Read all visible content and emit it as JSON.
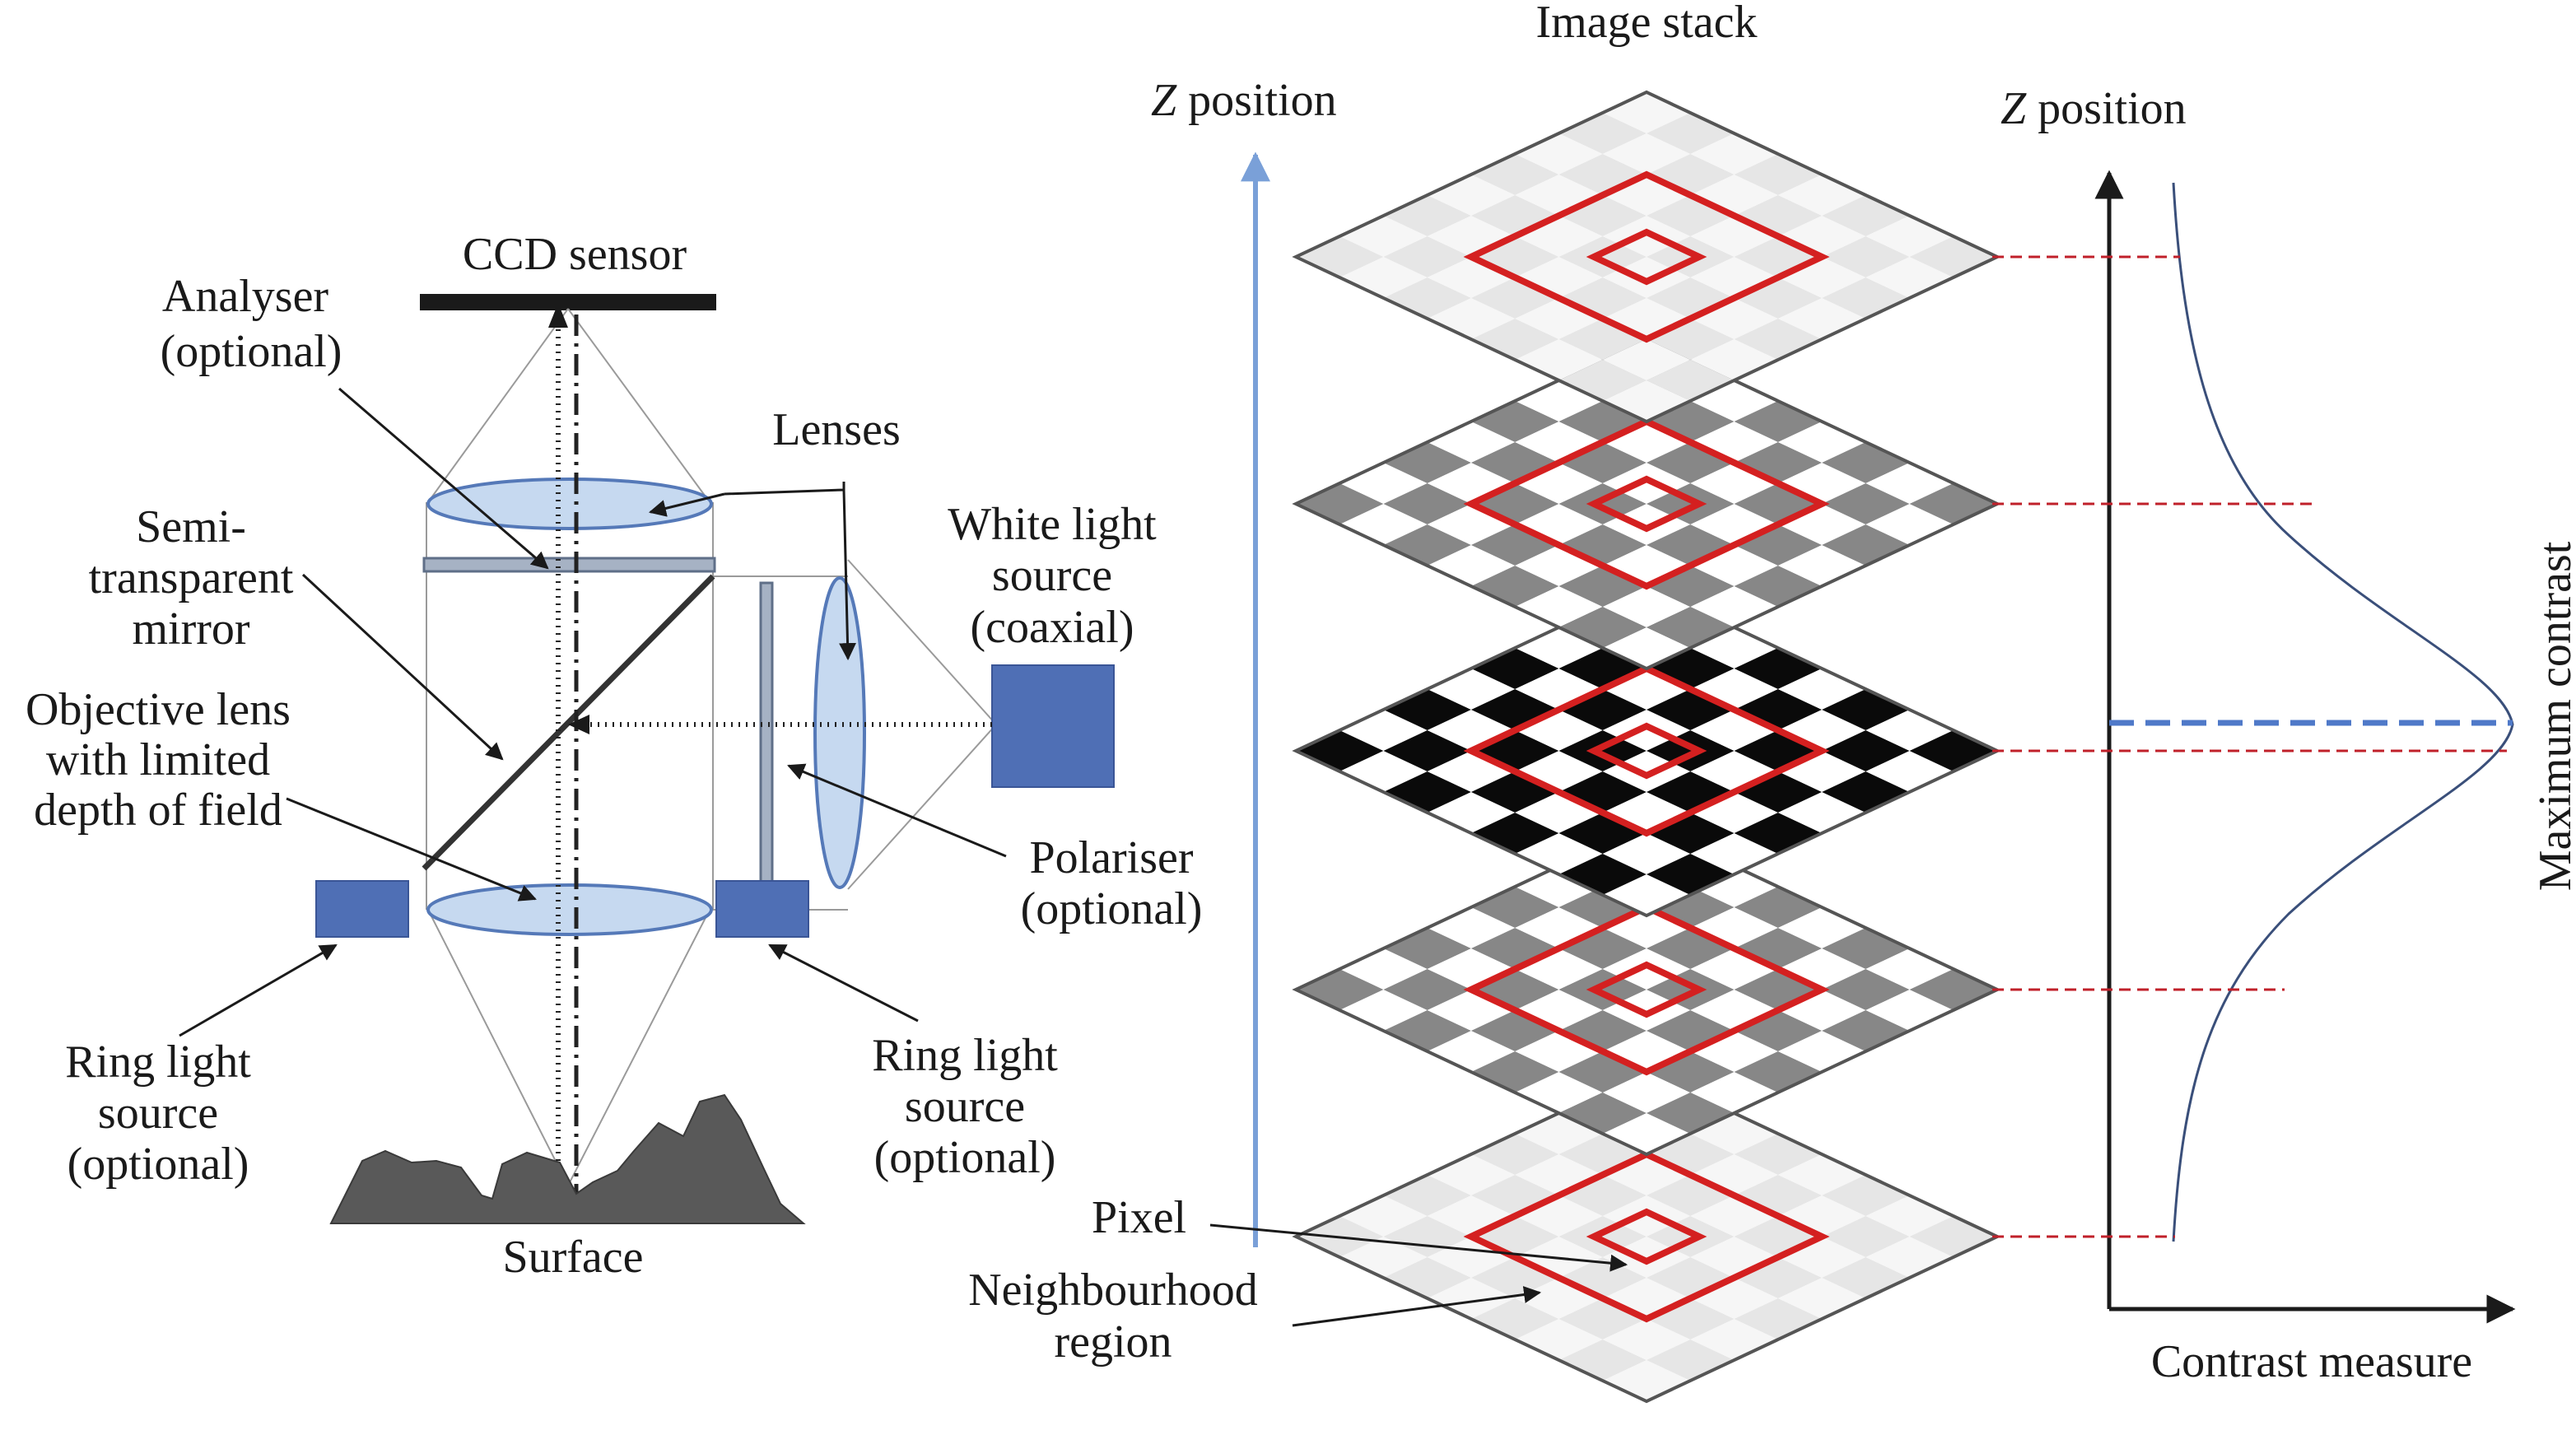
{
  "left_labels": {
    "ccd_sensor": "CCD sensor",
    "analyser": [
      "Analyser",
      "(optional)"
    ],
    "lenses": "Lenses",
    "semi_mirror": [
      "Semi-",
      "transparent",
      "mirror"
    ],
    "white_light": [
      "White light",
      "source",
      "(coaxial)"
    ],
    "objective": [
      "Objective lens",
      "with limited",
      "depth of field"
    ],
    "polariser": [
      "Polariser",
      "(optional)"
    ],
    "ring_left": [
      "Ring light",
      "source",
      "(optional)"
    ],
    "ring_right": [
      "Ring light",
      "source",
      "(optional)"
    ],
    "surface": "Surface"
  },
  "right_labels": {
    "image_stack": "Image stack",
    "z_position_left": {
      "var": "Z",
      "rest": " position"
    },
    "z_position_right": {
      "var": "Z",
      "rest": " position"
    },
    "pixel": "Pixel",
    "neighbourhood": [
      "Neighbourhood",
      "region"
    ],
    "max_contrast": "Maximum contrast",
    "contrast_measure": "Contrast measure"
  },
  "image_stack_layers": [
    {
      "contrast": "low",
      "dark": "#e6e6e6",
      "light": "#f6f6f6"
    },
    {
      "contrast": "medium",
      "dark": "#878787",
      "light": "#ffffff"
    },
    {
      "contrast": "high",
      "dark": "#0a0a0a",
      "light": "#ffffff"
    },
    {
      "contrast": "medium",
      "dark": "#878787",
      "light": "#ffffff"
    },
    {
      "contrast": "low",
      "dark": "#e6e6e6",
      "light": "#f6f6f6"
    }
  ],
  "colors": {
    "lens_fill": "#c6d9f0",
    "lens_stroke": "#5579b8",
    "source_fill": "#4f6fb5",
    "surface_fill": "#595959",
    "pixel_outline": "#d42020",
    "guide_red": "#c0202a",
    "guide_blue": "#4f79c8",
    "z_axis_blue": "#7aa0d8"
  }
}
